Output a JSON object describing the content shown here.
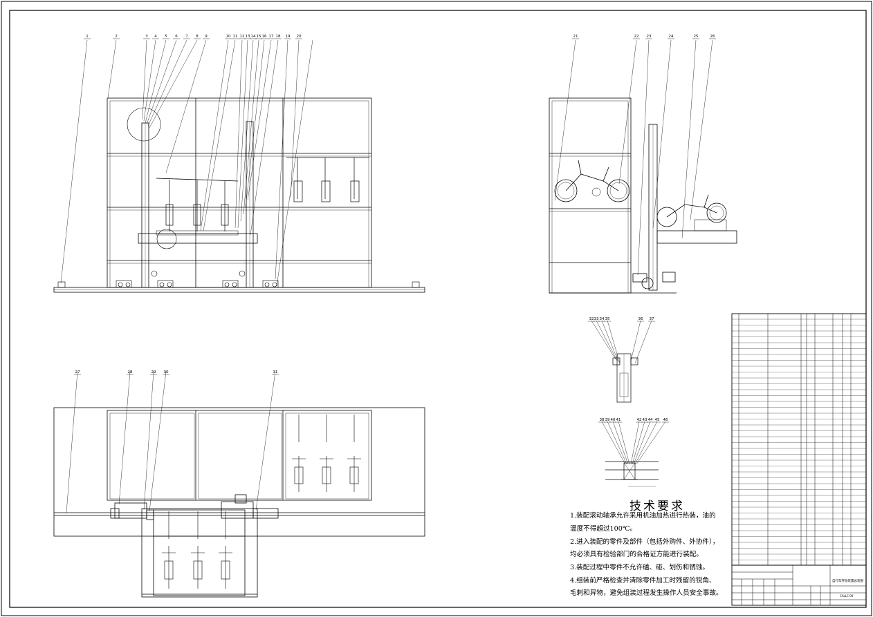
{
  "drawing": {
    "callouts_front": [
      "1",
      "2",
      "3",
      "4",
      "5",
      "6",
      "7",
      "8",
      "9",
      "10",
      "11",
      "12",
      "13",
      "14",
      "15",
      "16",
      "17",
      "18",
      "19",
      "20"
    ],
    "callouts_side": [
      "21",
      "22",
      "23",
      "24",
      "25",
      "26"
    ],
    "callouts_top_left": [
      "27",
      "28",
      "29",
      "30"
    ],
    "callouts_top_right": [
      "31"
    ],
    "callouts_detail_a": [
      "32",
      "33",
      "34",
      "35",
      "36",
      "37"
    ],
    "callouts_detail_b": [
      "38",
      "39",
      "40",
      "41",
      "42",
      "43",
      "44",
      "45",
      "46"
    ]
  },
  "technical_requirements": {
    "title": "技术要求",
    "lines": [
      "1.装配滚动轴承允许采用机油加热进行热装，油的",
      "温度不得超过100℃。",
      "2.进入装配的零件及部件（包括外购件、外协件），",
      "均必须具有检验部门的合格证方能进行装配。",
      "3.装配过程中零件不允许磕、碰、划伤和锈蚀。",
      "4.组装前严格检查并清除零件加工时残留的锐角、",
      "毛刺和异物，避免组装过程发生操作人员安全事故。"
    ]
  },
  "title_block": {
    "caption": "自行车存放装置总装图",
    "drawing_no": "CALLC-00"
  }
}
